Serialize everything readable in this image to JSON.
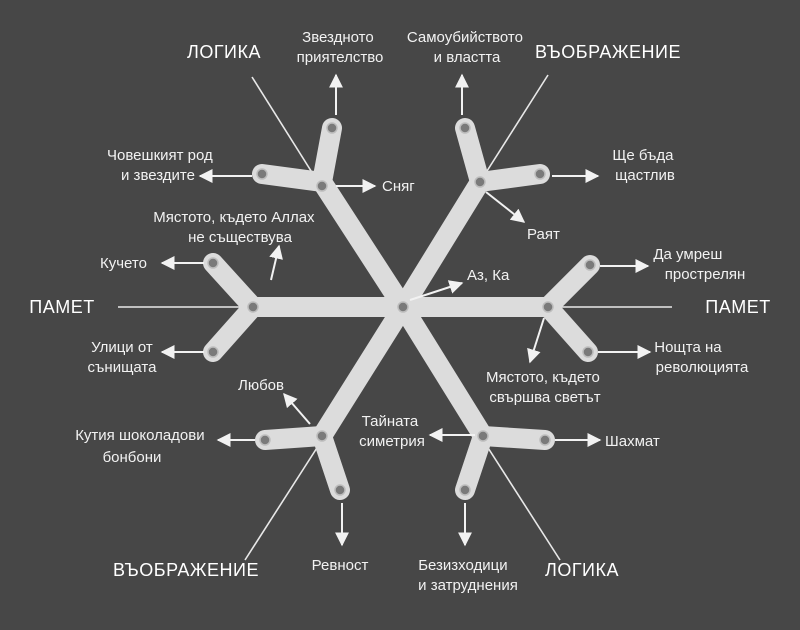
{
  "diagram": {
    "center_label": "Аз, Ка",
    "categories": {
      "logic_top": "ЛОГИКА",
      "imagination_top": "ВЪОБРАЖЕНИЕ",
      "memory_left": "ПАМЕТ",
      "memory_right": "ПАМЕТ",
      "imagination_bottom": "ВЪОБРАЖЕНИЕ",
      "logic_bottom": "ЛОГИКА"
    },
    "labels": {
      "zvezdnoto": [
        "Звездното",
        "приятелство"
      ],
      "samoubiistvoto": [
        "Самоубийството",
        "и властта"
      ],
      "choveshkiyat": [
        "Човешкият род",
        "и звездите"
      ],
      "snyag": [
        "Сняг"
      ],
      "shte_bada": [
        "Ще бъда",
        "щастлив"
      ],
      "mastoto_allah": [
        "Мястото, където Аллах",
        "не съществува"
      ],
      "rayat": [
        "Раят"
      ],
      "kucheto": [
        "Кучето"
      ],
      "da_umresh": [
        "Да умреш",
        "прострелян"
      ],
      "ulitsi": [
        "Улици от",
        "сънищата"
      ],
      "noshtta": [
        "Нощта на",
        "революцията"
      ],
      "mastoto_svetat": [
        "Мястото, където",
        "свършва светът"
      ],
      "lyubov": [
        "Любов"
      ],
      "tainata": [
        "Тайната",
        "симетрия"
      ],
      "kutiya": [
        "Кутия шоколадови",
        "бонбони"
      ],
      "shahmat": [
        "Шахмат"
      ],
      "revnost": [
        "Ревност"
      ],
      "bezizhoditsi": [
        "Безизходици",
        "и затруднения"
      ]
    }
  }
}
